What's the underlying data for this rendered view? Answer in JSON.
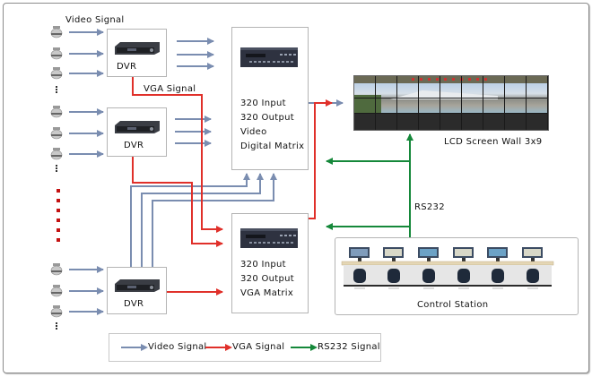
{
  "diagram": {
    "top_label": "Video Signal",
    "vga_label": "VGA Signal",
    "dvr_units": [
      {
        "label": "DVR"
      },
      {
        "label": "DVR"
      },
      {
        "label": "DVR"
      }
    ],
    "video_matrix": {
      "lines": [
        "320 Input",
        "320 Output",
        "Video",
        "Digital Matrix"
      ]
    },
    "vga_matrix": {
      "lines": [
        "320 Input",
        "320 Output",
        "VGA Matrix"
      ]
    },
    "lcd_wall": {
      "label": "LCD Screen Wall  3x9",
      "rows": 3,
      "cols": 9
    },
    "rs232_label": "RS232",
    "control_station": {
      "label": "Control Station",
      "workstations": 6
    }
  },
  "legend": {
    "items": [
      {
        "label": "Video Signal",
        "color": "#7a8db0"
      },
      {
        "label": "VGA Signal",
        "color": "#e0302a"
      },
      {
        "label": "RS232 Signal",
        "color": "#15883a"
      }
    ]
  },
  "colors": {
    "video": "#7a8db0",
    "vga": "#e0302a",
    "rs232": "#15883a"
  }
}
